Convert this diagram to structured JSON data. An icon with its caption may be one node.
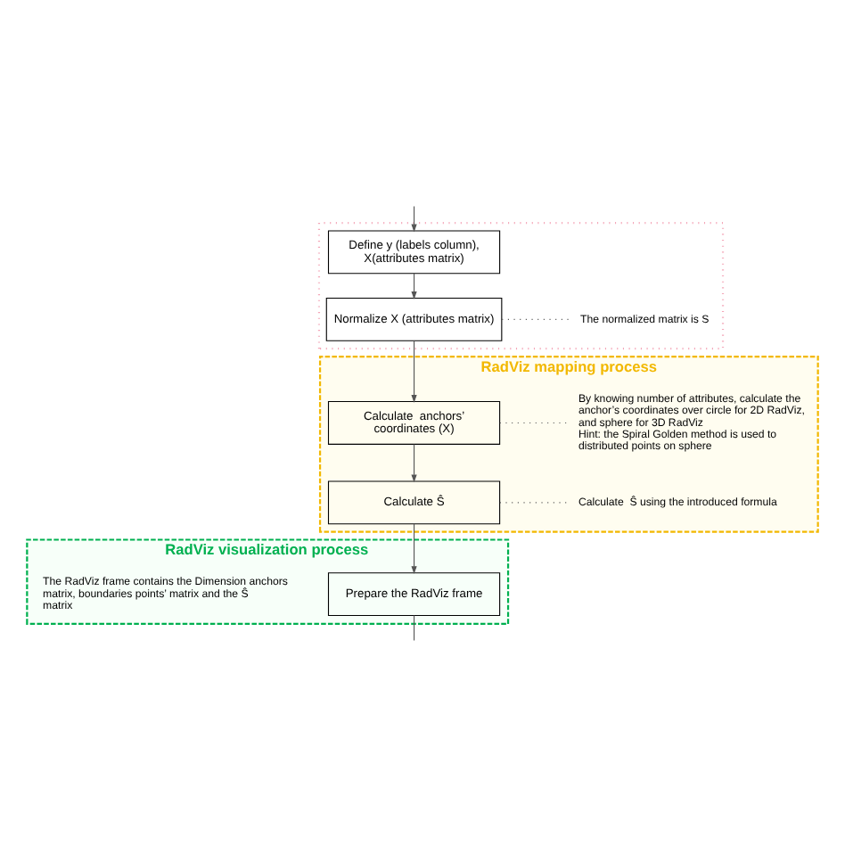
{
  "diagram": {
    "nodes": [
      {
        "text": [],
        "shape": "box"
      },
      {
        "text": [
          "Define y (labels column), X(attributes matrix)"
        ],
        "in": 0
      },
      {
        "text": [
          "Normalize X (attributes matrix)"
        ],
        "in": 0
      },
      {
        "text": [
          "The normalized matrix is S"
        ],
        "in": 0
      },
      {
        "text": [
          "RadViz mapping process"
        ]
      },
      {
        "text": [
          "Calculate  anchors’ coordinates (X)"
        ],
        "in": 4
      },
      {
        "text": [
          "By knowing number of attributes, calculate the anchor’s coordinates over circle for 2D RadViz, and sphere for 3D RadViz",
          "Hint: the Spiral Golden method is used to distributed points on sphere"
        ],
        "in": 4
      },
      {
        "text": [
          "Calculate Ŝ"
        ],
        "in": 4
      },
      {
        "text": [
          "Calculate  Ŝ using the introduced formula"
        ],
        "in": 4
      },
      {
        "text": [
          "RadViz visualization process"
        ]
      },
      {
        "text": [
          "Prepare the RadViz frame"
        ],
        "in": 9
      },
      {
        "text": [
          "The RadViz frame contains the Dimension anchors matrix, boundaries points’ matrix and the Ŝ matrix"
        ],
        "in": 9
      }
    ],
    "edges": [
      {
        "from": null,
        "to": 1,
        "arrow": "to"
      },
      {
        "from": 1,
        "to": 2,
        "arrow": "to"
      },
      {
        "from": 2,
        "to": 3,
        "arrow": "none",
        "style": "dashed"
      },
      {
        "from": 2,
        "to": 5,
        "arrow": "to"
      },
      {
        "from": 5,
        "to": 6,
        "arrow": "none",
        "style": "dashed"
      },
      {
        "from": 5,
        "to": 7,
        "arrow": "to"
      },
      {
        "from": 7,
        "to": 8,
        "arrow": "none",
        "style": "dashed"
      },
      {
        "from": 7,
        "to": 10,
        "arrow": "to"
      },
      {
        "from": 10,
        "to": null,
        "arrow": "none"
      }
    ]
  }
}
